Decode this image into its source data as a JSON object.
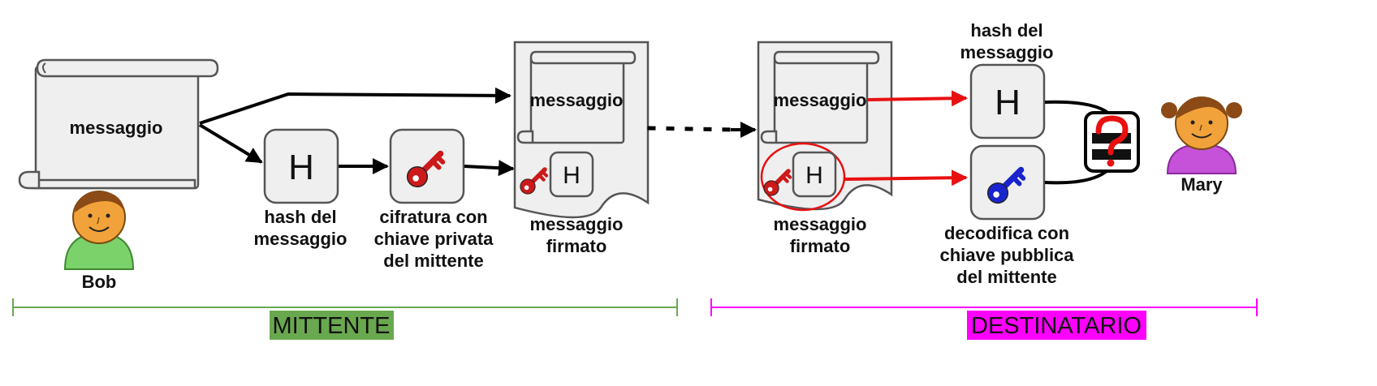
{
  "colors": {
    "accent_red": "#e81010",
    "mittente": "#6aa84f",
    "destinatario": "#ff00ff",
    "red_key": "#cc1a1a",
    "blue_key": "#1a24cc",
    "bob_shirt": "#7bd26a",
    "mary_shirt": "#c552d9",
    "face": "#f1a23a"
  },
  "icons": [
    "scroll-icon",
    "key-icon",
    "person-icon",
    "question-equal-icon"
  ],
  "sender": {
    "message": "messaggio",
    "person": "Bob",
    "hash_box": "H",
    "hash_label": [
      "hash del",
      "messaggio"
    ],
    "encrypt_label": [
      "cifratura con",
      "chiave privata",
      "del mittente"
    ],
    "signed_doc_message": "messaggio",
    "signed_doc_hash": "H",
    "signed_label": [
      "messaggio",
      "firmato"
    ]
  },
  "receiver": {
    "signed_doc_message": "messaggio",
    "signed_doc_hash": "H",
    "signed_label": [
      "messaggio",
      "firmato"
    ],
    "hash_label": [
      "hash del",
      "messaggio"
    ],
    "hash_box": "H",
    "decrypt_label": [
      "decodifica con",
      "chiave pubblica",
      "del mittente"
    ],
    "person": "Mary"
  },
  "sections": {
    "mittente": "MITTENTE",
    "destinatario": "DESTINATARIO"
  }
}
